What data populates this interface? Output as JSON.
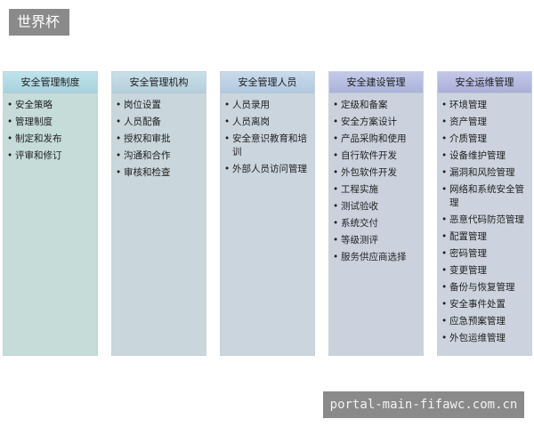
{
  "tag": "世界杯",
  "watermark": "portal-main-fifawc.com.cn",
  "columns": [
    {
      "title": "安全管理制度",
      "items": [
        "安全策略",
        "管理制度",
        "制定和发布",
        "评审和修订"
      ]
    },
    {
      "title": "安全管理机构",
      "items": [
        "岗位设置",
        "人员配备",
        "授权和审批",
        "沟通和合作",
        "审核和检查"
      ]
    },
    {
      "title": "安全管理人员",
      "items": [
        "人员录用",
        "人员离岗",
        "安全意识教育和培训",
        "外部人员访问管理"
      ]
    },
    {
      "title": "安全建设管理",
      "items": [
        "定级和备案",
        "安全方案设计",
        "产品采购和使用",
        "自行软件开发",
        "外包软件开发",
        "工程实施",
        "测试验收",
        "系统交付",
        "等级测评",
        "服务供应商选择"
      ]
    },
    {
      "title": "安全运维管理",
      "items": [
        "环境管理",
        "资产管理",
        "介质管理",
        "设备维护管理",
        "漏洞和风险管理",
        "网络和系统安全管理",
        "恶意代码防范管理",
        "配置管理",
        "密码管理",
        "变更管理",
        "备份与恢复管理",
        "安全事件处置",
        "应急预案管理",
        "外包运维管理"
      ]
    }
  ]
}
